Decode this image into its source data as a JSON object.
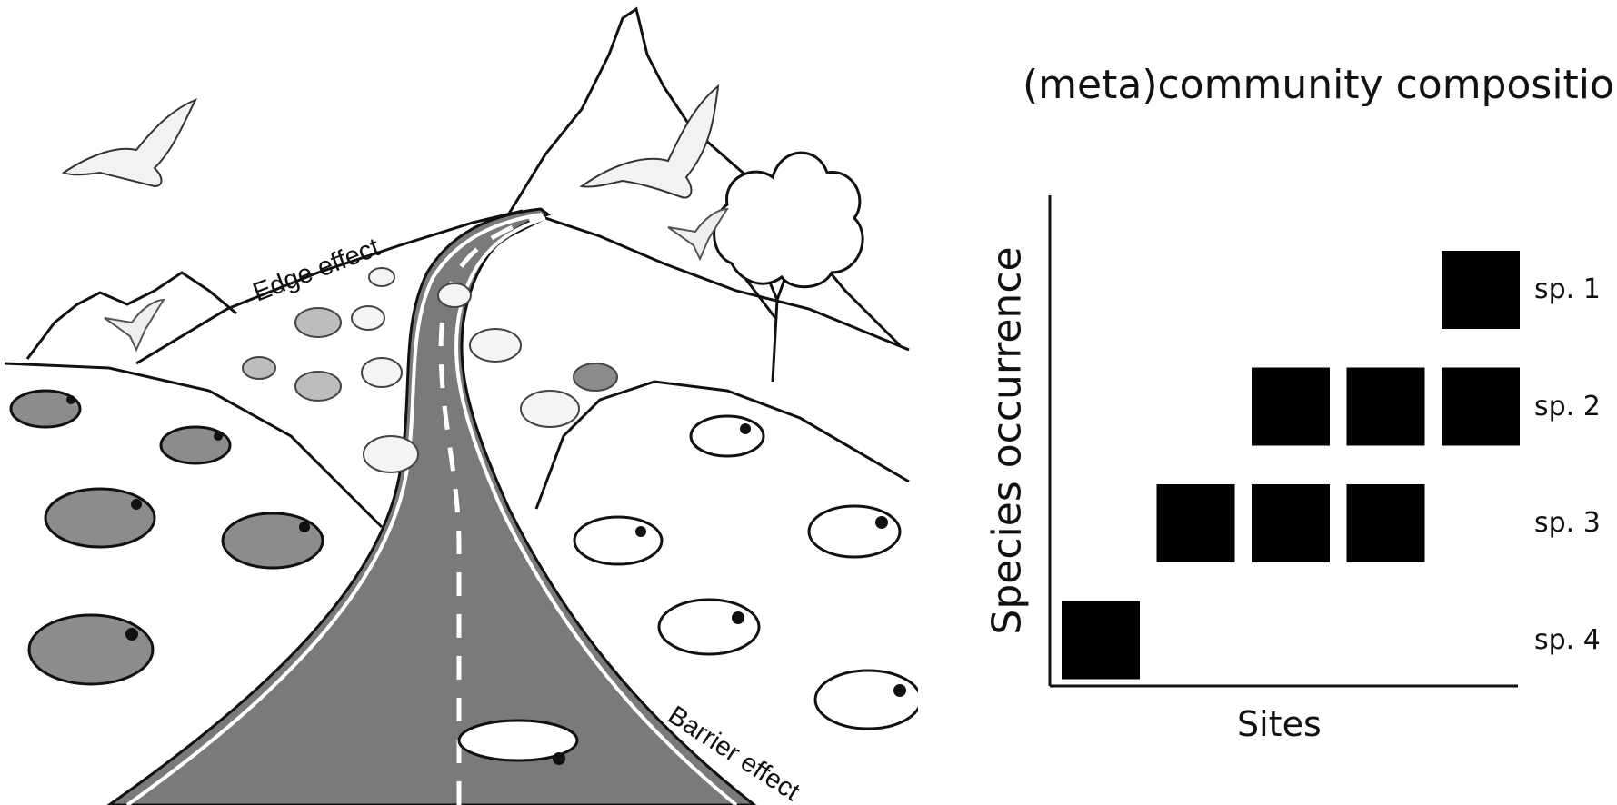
{
  "scene": {
    "edge_label": "Edge effect",
    "barrier_label": "Barrier effect"
  },
  "composition": {
    "title": "(meta)community composition",
    "y_label": "Species occurrence",
    "x_label": "Sites",
    "species": [
      "sp. 1",
      "sp. 2",
      "sp. 3",
      "sp. 4"
    ],
    "occurrence_matrix": [
      [
        0,
        0,
        0,
        0,
        1
      ],
      [
        0,
        0,
        1,
        1,
        1
      ],
      [
        0,
        1,
        1,
        1,
        0
      ],
      [
        1,
        0,
        0,
        0,
        0
      ]
    ]
  },
  "colors": {
    "road": "#7a7a7a",
    "line": "#111111",
    "frog_dark": "#8c8c8c",
    "frog_light": "#ffffff",
    "cell": "#000000"
  }
}
